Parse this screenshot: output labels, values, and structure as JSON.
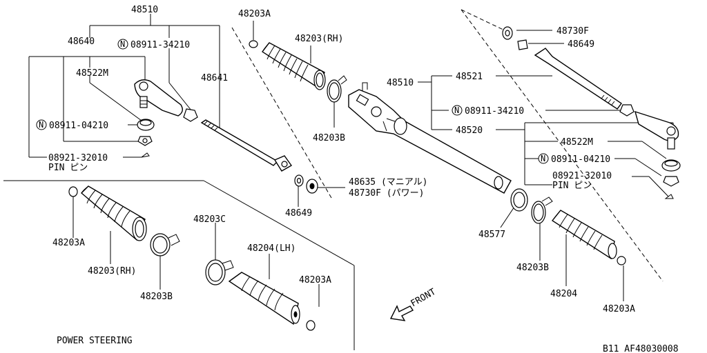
{
  "labels": {
    "l_48510_top": "48510",
    "l_48640": "48640",
    "l_n_08911_34210_top": "08911-34210",
    "l_48641": "48641",
    "l_48522m_left": "48522M",
    "l_n_08911_04210_left": "08911-04210",
    "l_08921_32010_left": "08921-32010",
    "l_pin_left": "PIN ピン",
    "l_48203a_top": "48203A",
    "l_48203_rh_top": "48203(RH)",
    "l_48203b_top": "48203B",
    "l_48635": "48635 (マニアル)",
    "l_48730f_power": "48730F (パワー)",
    "l_48649_mid": "48649",
    "l_48510_mid": "48510",
    "l_48521": "48521",
    "l_n_08911_34210_right": "08911-34210",
    "l_48520": "48520",
    "l_48730f_right": "48730F",
    "l_48649_right": "48649",
    "l_48522m_right": "48522M",
    "l_n_08911_04210_right": "08911-04210",
    "l_08921_32010_right": "08921-32010",
    "l_pin_right": "PIN ピン",
    "l_48577": "48577",
    "l_48203b_right": "48203B",
    "l_48204_right": "48204",
    "l_48203a_right": "48203A",
    "l_48203a_left": "48203A",
    "l_48203_rh_left": "48203(RH)",
    "l_48203b_left": "48203B",
    "l_48203c": "48203C",
    "l_48204_lh": "48204(LH)",
    "l_48203a_bottom": "48203A",
    "l_front": "FRONT",
    "l_section": "POWER STEERING",
    "l_code": "B11  AF48030008"
  },
  "symbols": {
    "n_marker": "N"
  }
}
